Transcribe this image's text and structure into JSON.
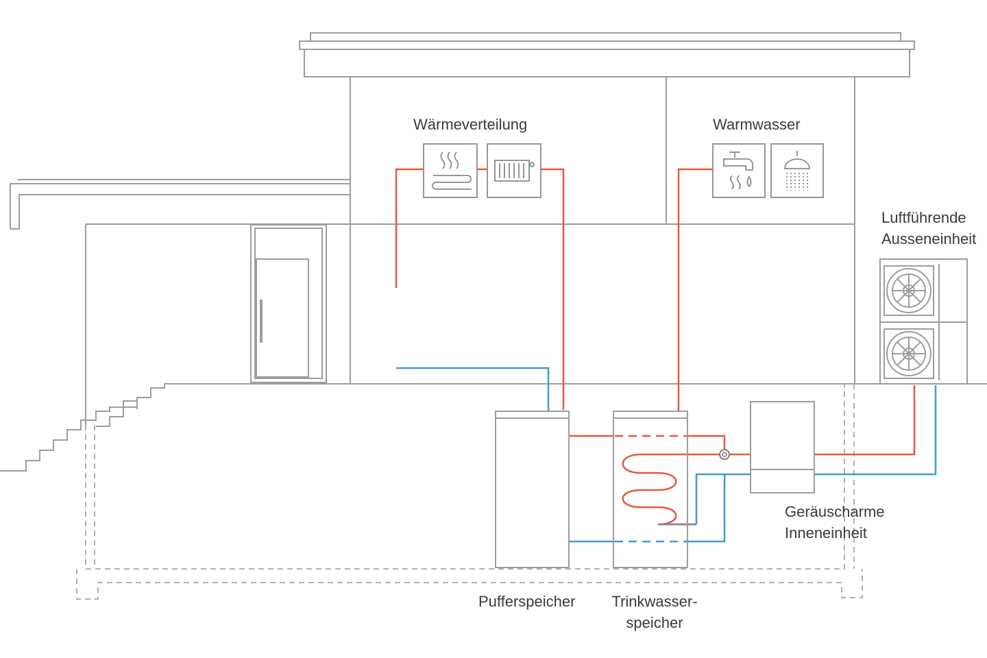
{
  "labels": {
    "heat_distribution": "Wärmeverteilung",
    "hot_water": "Warmwasser",
    "outdoor_unit": {
      "line1": "Luftführende",
      "line2": "Ausseneinheit"
    },
    "indoor_unit": {
      "line1": "Geräuscharme",
      "line2": "Inneneinheit"
    },
    "buffer_tank": "Pufferspeicher",
    "potable_tank": {
      "line1": "Trinkwasser-",
      "line2": "speicher"
    }
  },
  "colors": {
    "line": "#9d9d9d",
    "hot_pipe": "#e8583d",
    "cold_pipe": "#3f9bd3",
    "text": "#3a3a3a"
  },
  "icons": {
    "floor_heating": "floor-heating-icon",
    "radiator": "radiator-icon",
    "faucet": "faucet-icon",
    "shower": "shower-icon",
    "fan": "fan-icon",
    "valve": "valve-icon"
  }
}
